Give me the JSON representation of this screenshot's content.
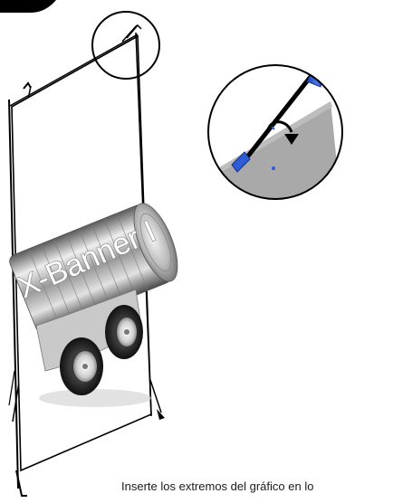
{
  "illustration": {
    "banner_label": "X-Banner I",
    "corner_tab_icon": "black-corner-tab",
    "callout_icons": [
      "magnifier-circle",
      "curved-arrow",
      "pole-tip"
    ],
    "colors": {
      "frame": "#000000",
      "pole_tip": "#2e5bd6",
      "detail_sheet": "#a9a9a9",
      "banner_text_fill": "#ffffff"
    }
  },
  "caption": {
    "text": "Inserte los extremos del gráfico en lo"
  }
}
